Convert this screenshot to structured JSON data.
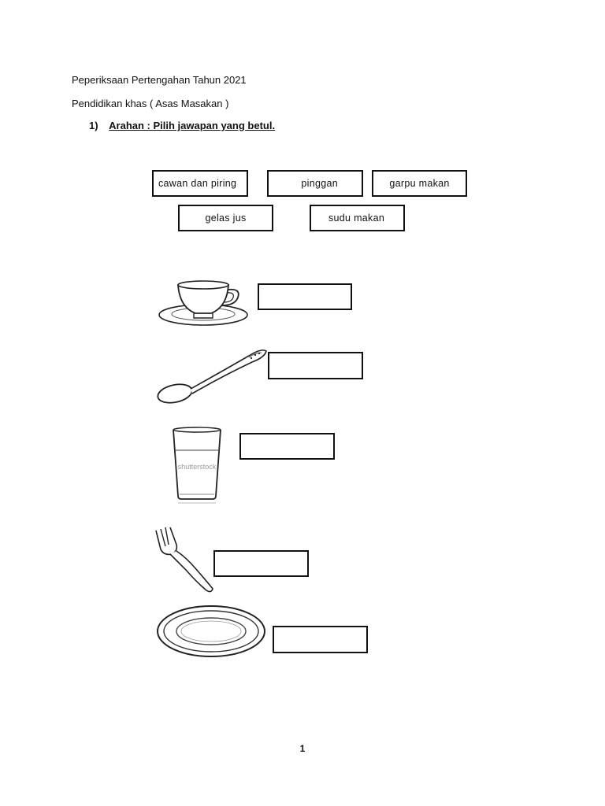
{
  "header": {
    "title": "Peperiksaan Pertengahan Tahun 2021",
    "subtitle": "Pendidikan khas ( Asas Masakan )"
  },
  "question": {
    "number": "1)",
    "instruction": "Arahan : Pilih jawapan yang betul."
  },
  "word_bank": [
    "cawan dan piring",
    "pinggan",
    "garpu makan",
    "gelas jus",
    "sudu makan"
  ],
  "pictures": [
    "cup-and-saucer",
    "spoon",
    "glass",
    "fork",
    "plate"
  ],
  "glass_watermark": "shutterstock",
  "page_number": "1"
}
